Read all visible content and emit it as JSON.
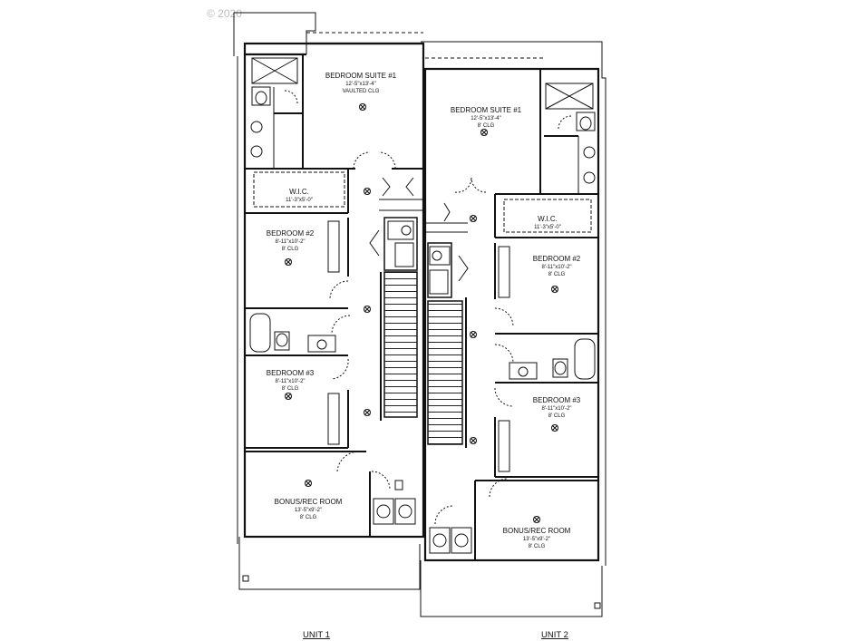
{
  "copyright": "© 2020",
  "units": [
    {
      "label": "UNIT 1",
      "rooms": [
        {
          "name": "BEDROOM SUITE #1",
          "dims": "12'-5\"x13'-4\"",
          "ceiling": "VAULTED CLG"
        },
        {
          "name": "W.I.C.",
          "dims": "11'-3\"x5'-0\""
        },
        {
          "name": "BEDROOM #2",
          "dims": "8'-11\"x10'-2\"",
          "ceiling": "8' CLG"
        },
        {
          "name": "BEDROOM #3",
          "dims": "8'-11\"x10'-2\"",
          "ceiling": "8' CLG"
        },
        {
          "name": "BONUS/REC ROOM",
          "dims": "13'-5\"x9'-2\"",
          "ceiling": "8' CLG"
        }
      ]
    },
    {
      "label": "UNIT 2",
      "rooms": [
        {
          "name": "BEDROOM SUITE #1",
          "dims": "12'-5\"x13'-4\"",
          "ceiling": "8' CLG"
        },
        {
          "name": "W.I.C.",
          "dims": "11'-3\"x5'-0\""
        },
        {
          "name": "BEDROOM #2",
          "dims": "8'-11\"x10'-2\"",
          "ceiling": "8' CLG"
        },
        {
          "name": "BEDROOM #3",
          "dims": "8'-11\"x10'-2\"",
          "ceiling": "8' CLG"
        },
        {
          "name": "BONUS/REC ROOM",
          "dims": "13'-5\"x9'-2\"",
          "ceiling": "8' CLG"
        }
      ]
    }
  ]
}
